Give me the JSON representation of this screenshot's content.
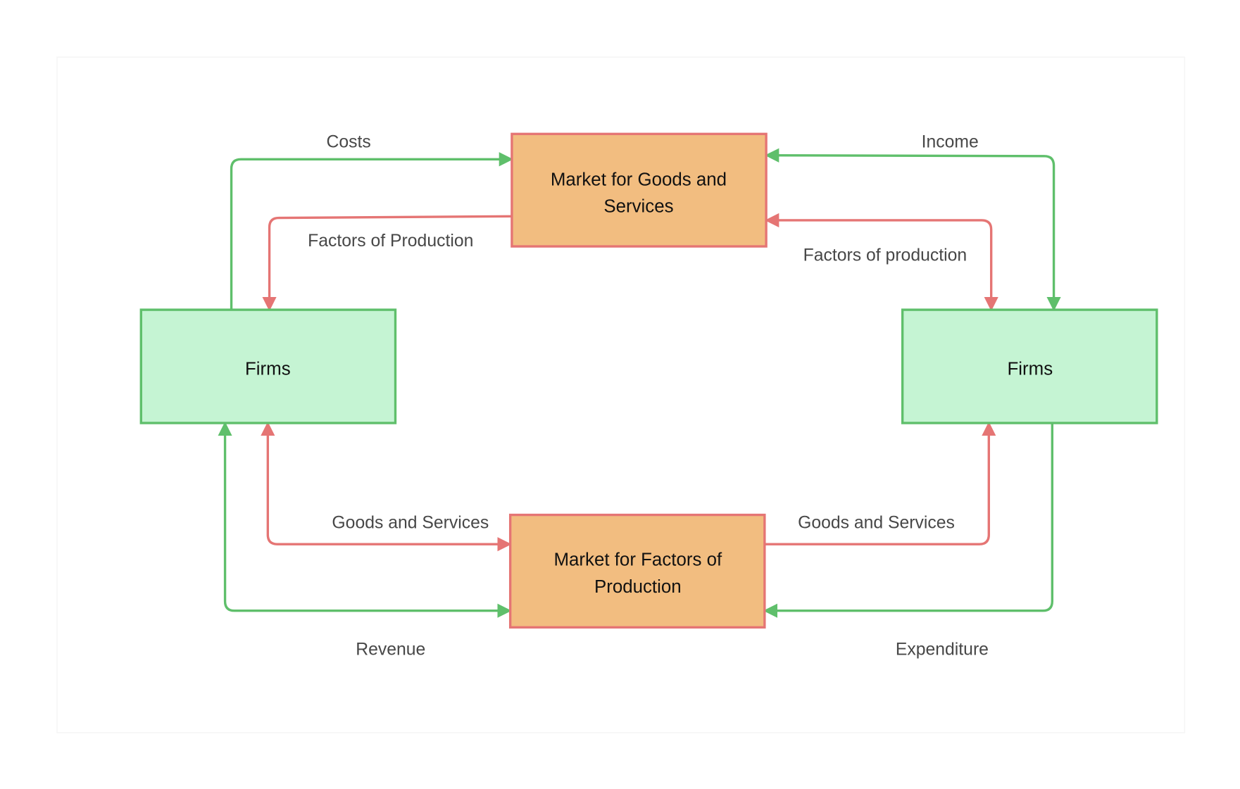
{
  "colors": {
    "green": "#5fbf6b",
    "red": "#e57574",
    "market_fill": "#f2bd80",
    "firms_fill": "#c5f4d3",
    "label_text": "#474747"
  },
  "nodes": {
    "market_goods": {
      "lines": [
        "Market for Goods and",
        "Services"
      ]
    },
    "market_factors": {
      "lines": [
        "Market for Factors of",
        "Production"
      ]
    },
    "firms_left": {
      "label": "Firms"
    },
    "firms_right": {
      "label": "Firms"
    }
  },
  "edges": {
    "costs": {
      "label": "Costs",
      "color": "green"
    },
    "factors_left": {
      "label": "Factors of Production",
      "color": "red"
    },
    "income": {
      "label": "Income",
      "color": "green"
    },
    "factors_right": {
      "label": "Factors of production",
      "color": "red"
    },
    "goods_left": {
      "label": "Goods and Services",
      "color": "red"
    },
    "revenue": {
      "label": "Revenue",
      "color": "green"
    },
    "goods_right": {
      "label": "Goods and Services",
      "color": "red"
    },
    "expenditure": {
      "label": "Expenditure",
      "color": "green"
    }
  }
}
